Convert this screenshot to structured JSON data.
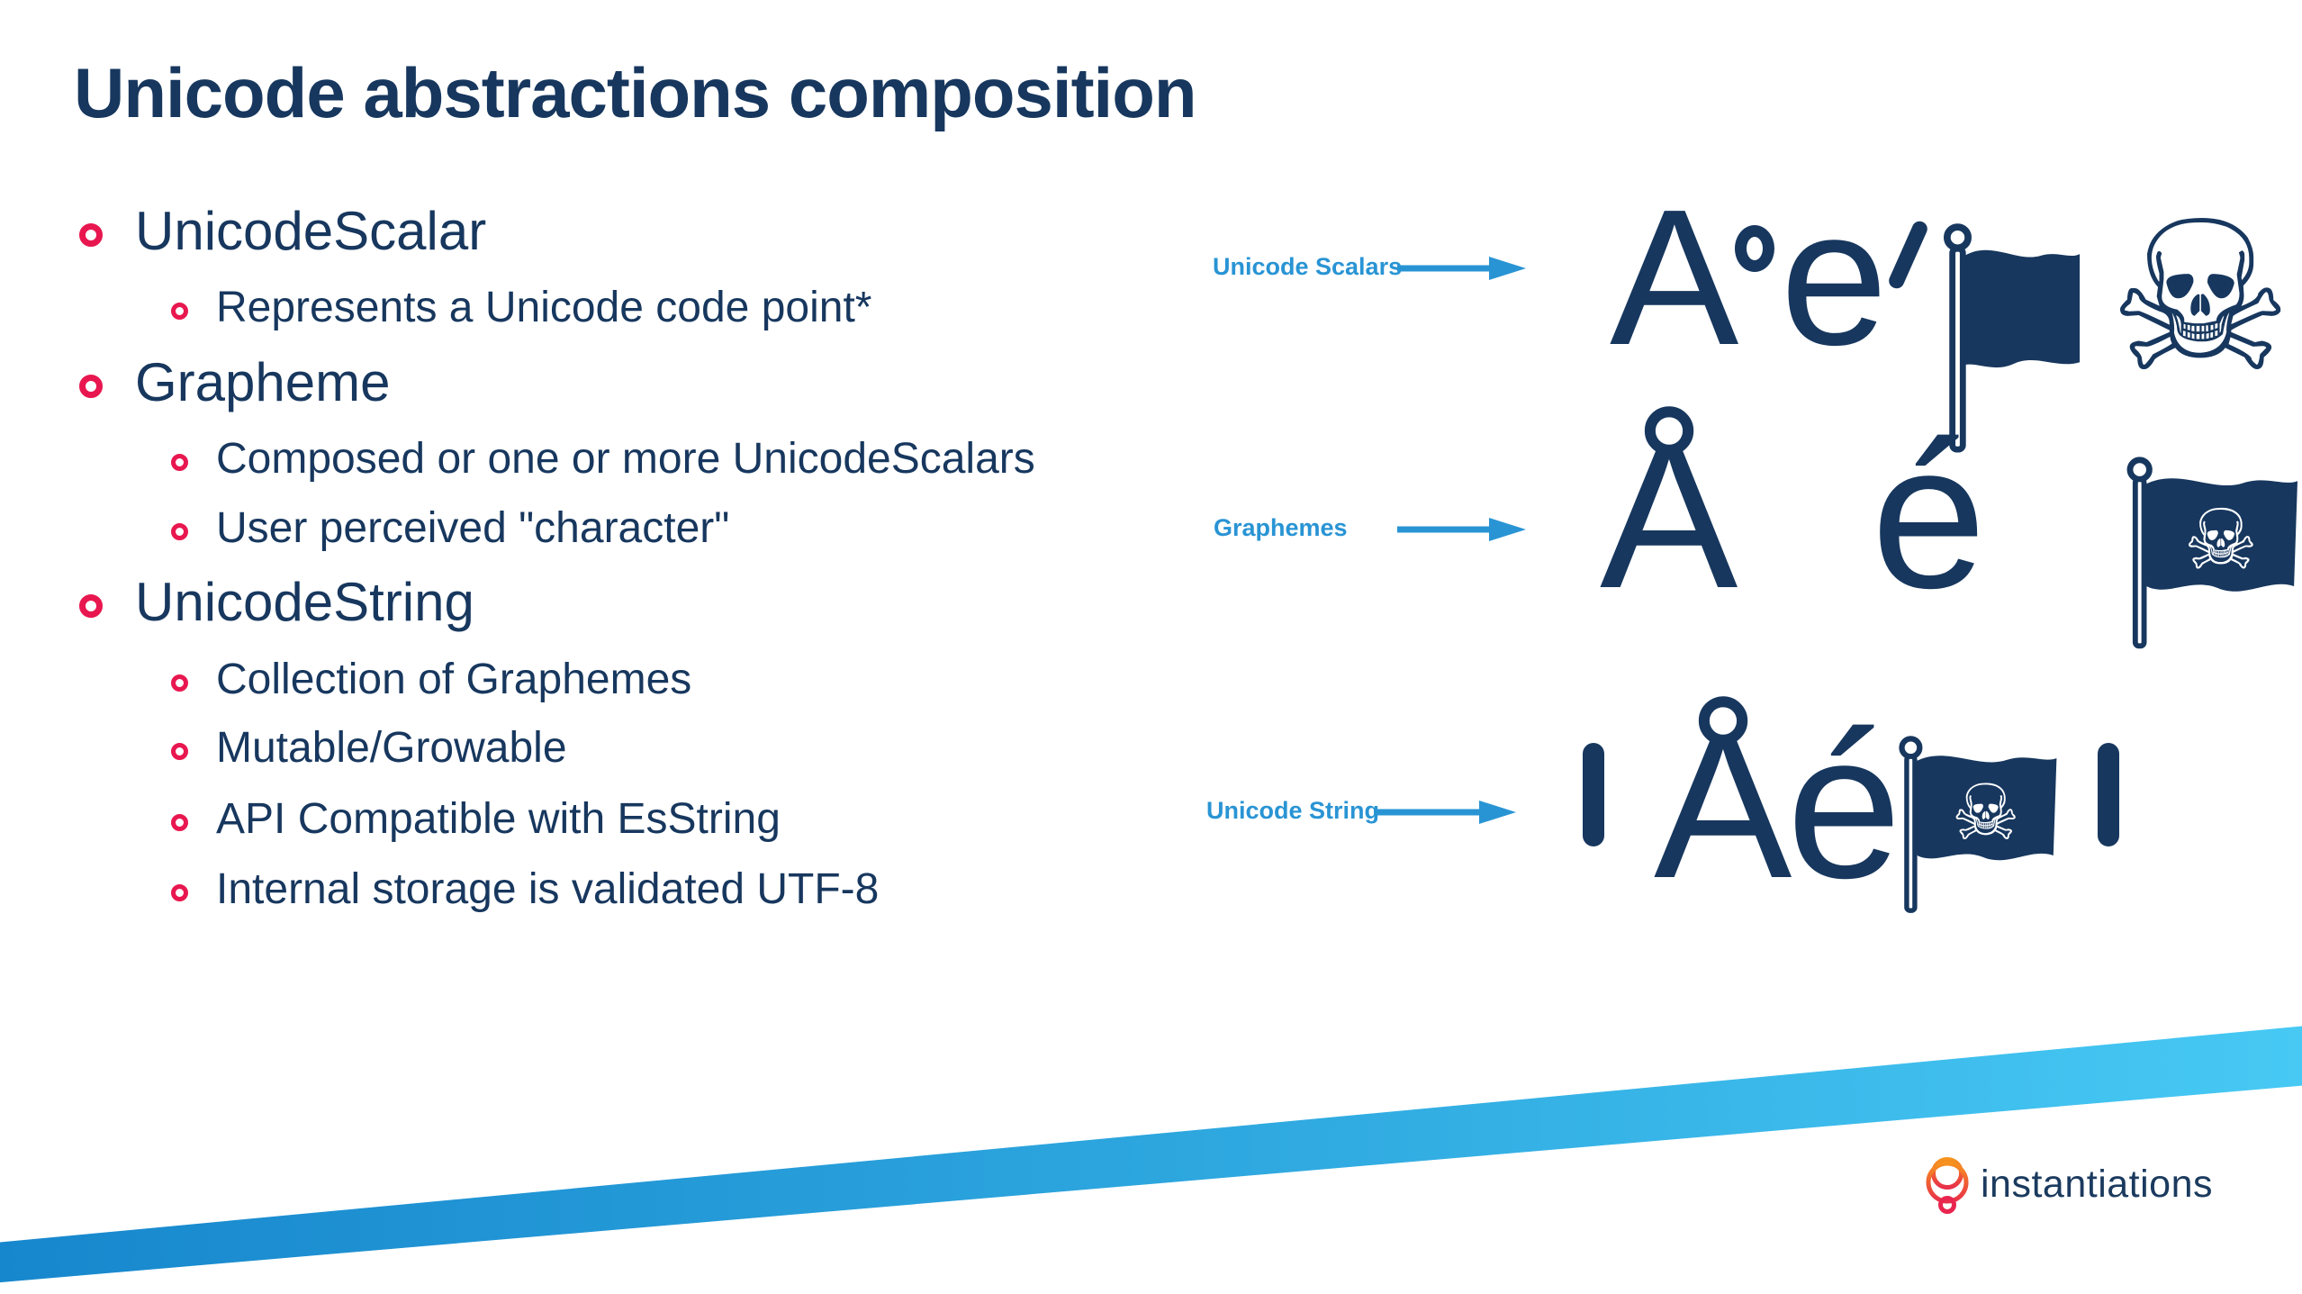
{
  "slide": {
    "title": "Unicode abstractions composition",
    "bullets": [
      {
        "level": 1,
        "text": "UnicodeScalar"
      },
      {
        "level": 2,
        "text": "Represents a Unicode code point*"
      },
      {
        "level": 1,
        "text": "Grapheme"
      },
      {
        "level": 2,
        "text": "Composed or one or more UnicodeScalars"
      },
      {
        "level": 2,
        "text": "User perceived \"character\""
      },
      {
        "level": 1,
        "text": "UnicodeString"
      },
      {
        "level": 2,
        "text": "Collection of Graphemes"
      },
      {
        "level": 2,
        "text": "Mutable/Growable"
      },
      {
        "level": 2,
        "text": "API Compatible with EsString"
      },
      {
        "level": 2,
        "text": "Internal storage is validated UTF-8"
      }
    ],
    "diagram": {
      "rows": [
        {
          "label": "Unicode Scalars",
          "items": [
            {
              "type": "char",
              "value": "A"
            },
            {
              "type": "combining-ring-above",
              "value": "˚"
            },
            {
              "type": "char",
              "value": "e"
            },
            {
              "type": "combining-acute-accent",
              "value": "´"
            },
            {
              "type": "black-flag-icon"
            },
            {
              "type": "skull-crossbones-icon",
              "value": "☠"
            }
          ]
        },
        {
          "label": "Graphemes",
          "items": [
            {
              "type": "char",
              "value": "Å"
            },
            {
              "type": "char",
              "value": "é"
            },
            {
              "type": "pirate-flag-icon",
              "value": "☠"
            }
          ]
        },
        {
          "label": "Unicode String",
          "items": [
            {
              "type": "quote",
              "value": "'"
            },
            {
              "type": "char",
              "value": "Åé"
            },
            {
              "type": "pirate-flag-icon",
              "value": "☠"
            },
            {
              "type": "quote",
              "value": "'"
            }
          ]
        }
      ]
    },
    "footer": {
      "brand": "instantiations"
    },
    "colors": {
      "navy": "#17375E",
      "label_blue": "#2994D4",
      "bullet_red": "#E8174F",
      "stripe_from": "#1787CD",
      "stripe_to": "#47C9F4",
      "logo_orange": "#F6921E",
      "logo_red": "#E8304A"
    }
  }
}
